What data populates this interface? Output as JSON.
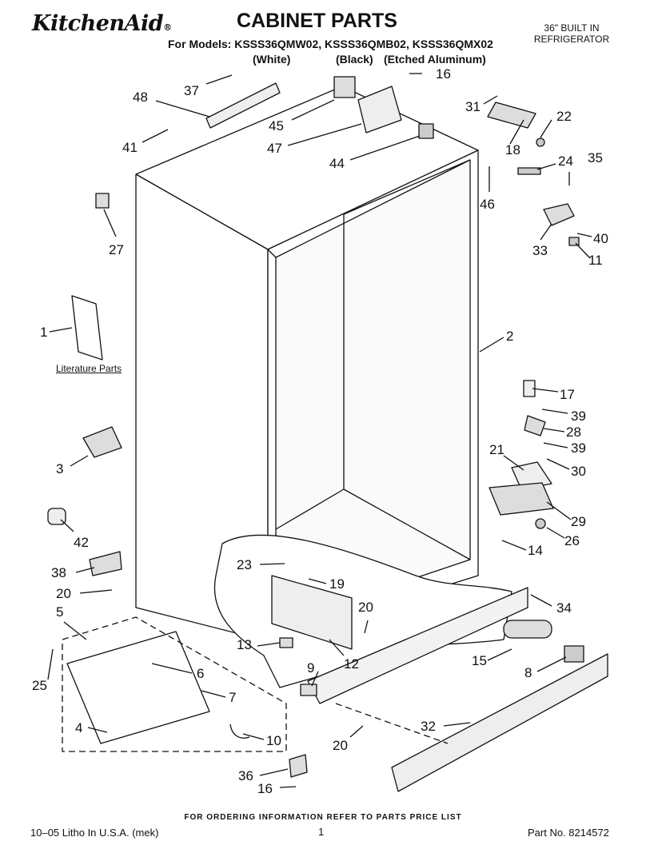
{
  "header": {
    "brand": "KitchenAid",
    "brand_mark": "®",
    "title": "CABINET PARTS",
    "product_type_line1": "36\" BUILT IN",
    "product_type_line2": "REFRIGERATOR",
    "models_line": "For Models: KSSS36QMW02, KSSS36QMB02, KSSS36QMX02",
    "variants": [
      "(White)",
      "(Black)",
      "(Etched Aluminum)"
    ]
  },
  "literature_label": "Literature Parts",
  "callouts": [
    "37",
    "48",
    "16",
    "45",
    "31",
    "22",
    "41",
    "47",
    "18",
    "44",
    "24",
    "35",
    "46",
    "27",
    "40",
    "33",
    "11",
    "1",
    "2",
    "17",
    "39",
    "28",
    "39",
    "21",
    "30",
    "3",
    "29",
    "26",
    "42",
    "14",
    "23",
    "19",
    "34",
    "38",
    "20",
    "20",
    "5",
    "13",
    "15",
    "6",
    "9",
    "12",
    "8",
    "7",
    "25",
    "4",
    "10",
    "32",
    "20",
    "36",
    "16"
  ],
  "footer": {
    "ordering": "FOR ORDERING INFORMATION REFER TO PARTS PRICE LIST",
    "litho": "10–05 Litho In U.S.A. (mek)",
    "page": "1",
    "part_no": "Part No. 8214572"
  }
}
